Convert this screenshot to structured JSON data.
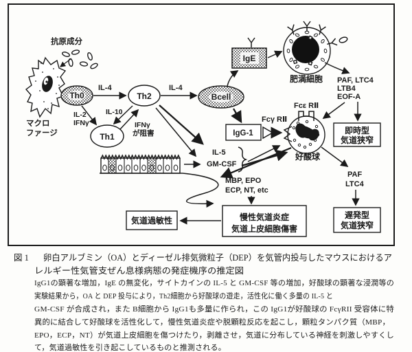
{
  "colors": {
    "ink": "#1a1a1a",
    "paper": "#fdfdfb"
  },
  "diagram": {
    "antigen_label": "抗原成分",
    "macrophage_label_1": "マクロ",
    "macrophage_label_2": "ファージ",
    "th0": "Th0",
    "th1": "Th1",
    "th2": "Th2",
    "bcell": "Bcell",
    "il4_left": "IL-4",
    "il4_right": "IL-4",
    "il2": "IL-2",
    "ifng": "IFNγ",
    "il10": "IL-10",
    "ifng_inhibit_line1": "IFNγ",
    "ifng_inhibit_line2": "が阻害",
    "ige": "IgE",
    "mast_cell_label": "肥満細胞",
    "mast_mediators_line1": "PAF, LTC4",
    "mast_mediators_line2": "LTB4",
    "mast_mediators_line3": "EOF-A",
    "fce_receptor": "Fcε RⅡ",
    "fcg_receptor": "Fcγ RⅡ",
    "igg1": "IgG-1",
    "eosinophil_label": "好酸球",
    "il5": "IL-5",
    "gmcsf": "GM-CSF",
    "granule_proteins_line1": "MBP, EPO",
    "granule_proteins_line2": "ECP, NT, etc",
    "paf": "PAF",
    "ltc4": "LTC4",
    "box_immediate_line1": "即時型",
    "box_immediate_line2": "気道狭窄",
    "box_late_line1": "遅発型",
    "box_late_line2": "気道狭窄",
    "box_chronic_line1": "慢性気道炎症",
    "box_chronic_line2": "気道上皮細胞傷害",
    "box_ahr": "気道過敏性"
  },
  "caption": {
    "label": "図 1",
    "line1": "卵白アルブミン（OA）とディーゼル排気微粒子（DEP）を気管内投与したマウスにおけるア",
    "line2": "レルギー性気管支ぜん息様病態の発症機序の推定図"
  },
  "body": {
    "line1": "IgG1の顕著な増加，IgE の無変化，サイトカインの IL-5 と GM-CSF 等の増加，好酸球の顕著な浸潤等の",
    "line2": "実験結果から，OA と DEP 投与により，Th2細胞から好酸球の遊走，活性化に働く多量の IL-5 と",
    "line3": "GM-CSF が合成され，また B細胞から IgG1も多量に作られ，この IgG1が好酸球の FcγRII 受容体に特",
    "line4": "異的に結合して好酸球を活性化して，慢性気道炎症や脱顆粒反応を起こし，顆粒タンパク質（MBP，",
    "line5": "EPO，ECP，NT）が気道上皮細胞を傷つけたり，剥離させ，気道に分布している神経を刺激しやすくし",
    "line6": "て，気道過敏性を引き起こしているものと推測される。"
  }
}
